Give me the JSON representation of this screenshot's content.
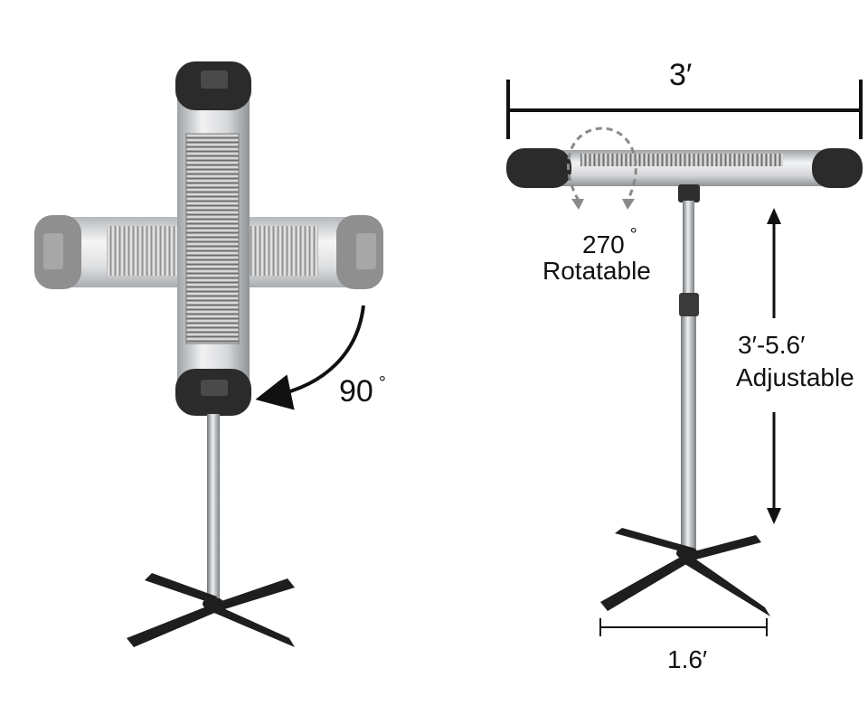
{
  "left_heater": {
    "rotation_label": "90",
    "degree_symbol": "°"
  },
  "right_heater": {
    "width_label": "3′",
    "rotation_label": "270",
    "degree_symbol": "°",
    "rotation_caption": "Rotatable",
    "height_range_label": "3′-5.6′",
    "height_caption": "Adjustable",
    "base_width_label": "1.6′"
  },
  "colors": {
    "body_silver": "#c9ccd0",
    "end_cap": "#2b2b2b",
    "element": "#8d8d8d",
    "arrow": "#111111",
    "dashed_arrow": "#8a8a8a"
  }
}
